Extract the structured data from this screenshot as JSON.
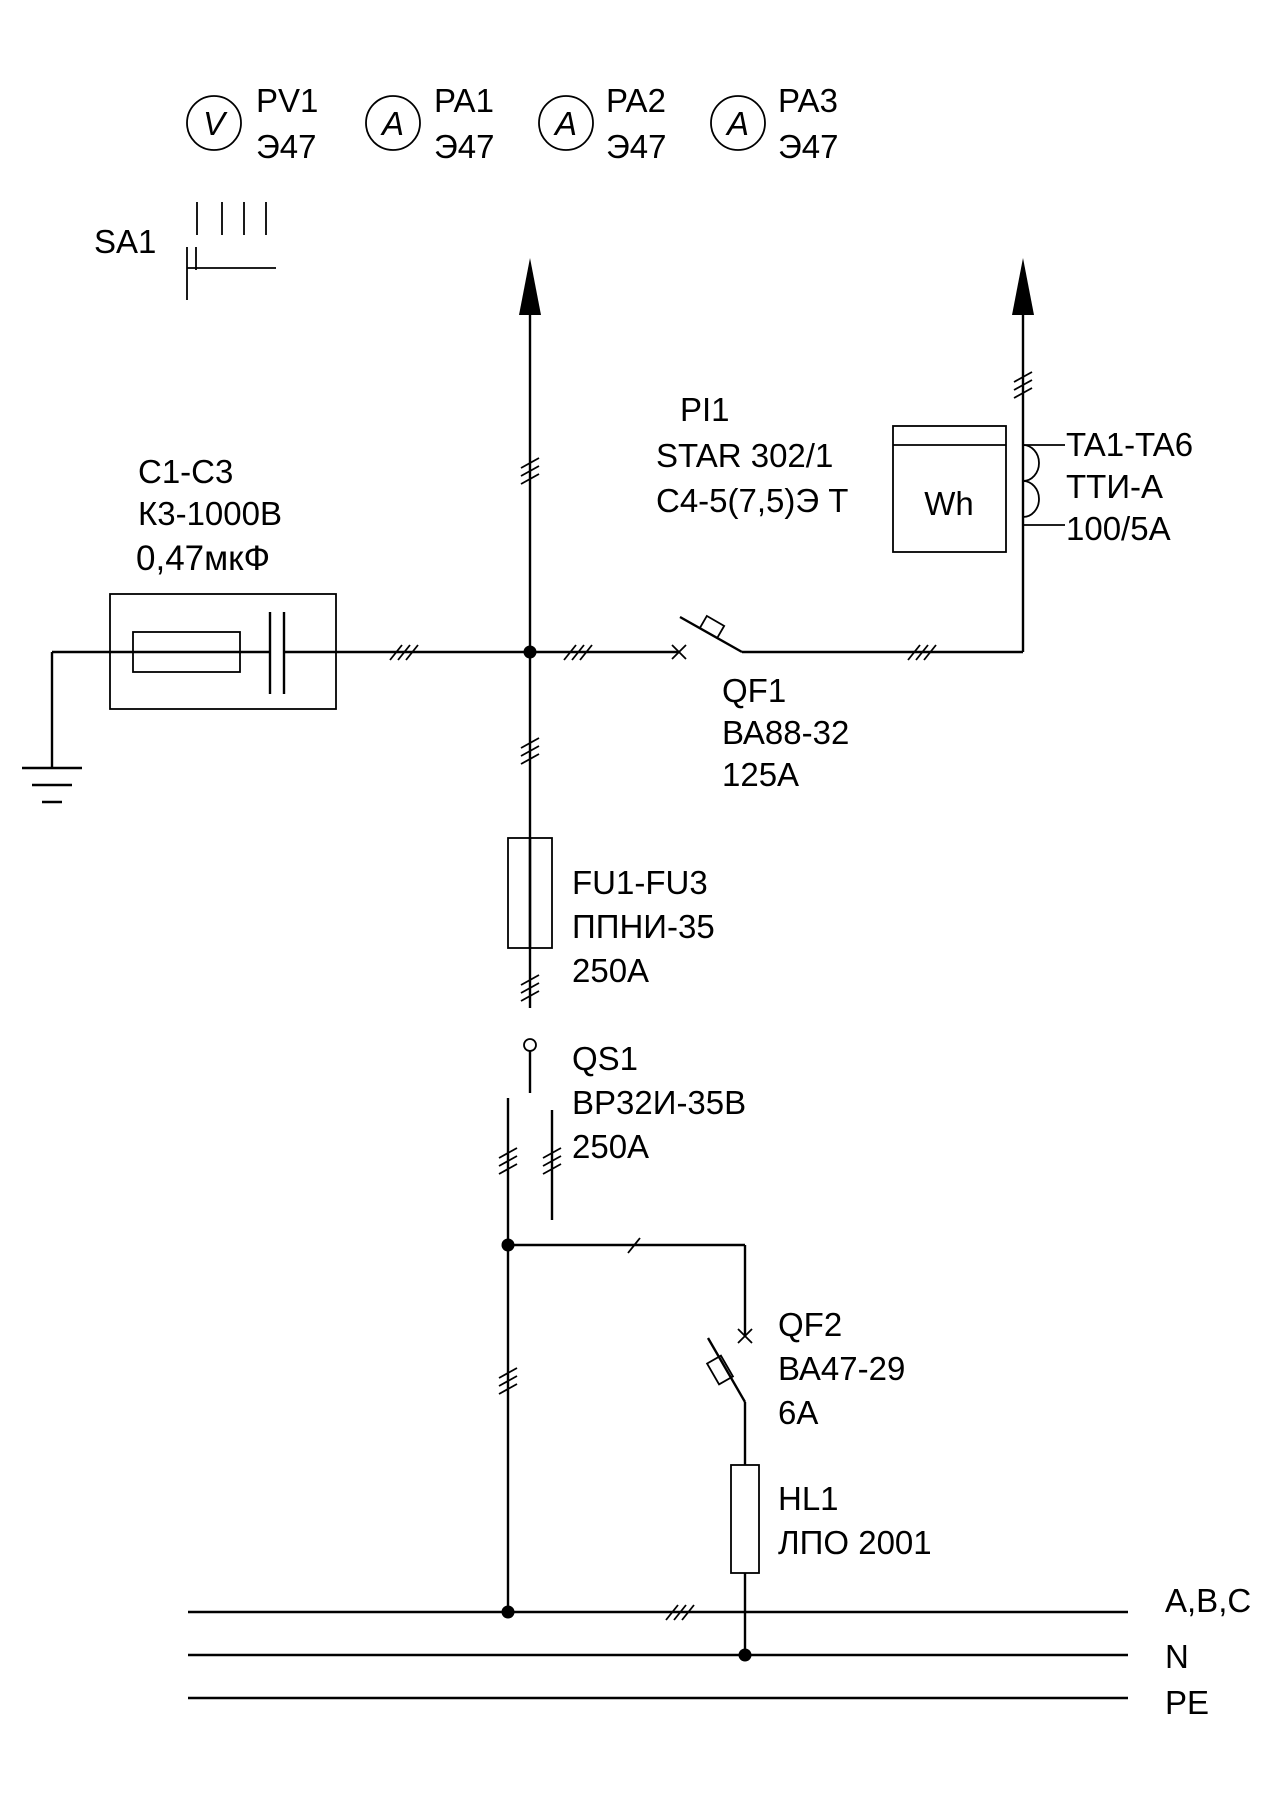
{
  "meters": [
    {
      "symbol": "V",
      "ref": "PV1",
      "type": "Э47"
    },
    {
      "symbol": "A",
      "ref": "PA1",
      "type": "Э47"
    },
    {
      "symbol": "A",
      "ref": "PA2",
      "type": "Э47"
    },
    {
      "symbol": "A",
      "ref": "PA3",
      "type": "Э47"
    }
  ],
  "sa1": {
    "ref": "SA1"
  },
  "capacitor": {
    "ref": "C1-C3",
    "type": "К3-1000В",
    "value": "0,47мкФ"
  },
  "energy_meter": {
    "ref": "PI1",
    "type": "STAR 302/1",
    "spec": "С4-5(7,5)Э Т",
    "symbol": "Wh"
  },
  "current_transformer": {
    "ref": "TA1-TA6",
    "type": "ТТИ-А",
    "ratio": "100/5А"
  },
  "qf1": {
    "ref": "QF1",
    "type": "ВА88-32",
    "rating": "125А"
  },
  "fuses": {
    "ref": "FU1-FU3",
    "type": "ППНИ-35",
    "rating": "250А"
  },
  "qs1": {
    "ref": "QS1",
    "type": "ВР32И-35В",
    "rating": "250А"
  },
  "qf2": {
    "ref": "QF2",
    "type": "ВА47-29",
    "rating": "6А"
  },
  "lamp": {
    "ref": "HL1",
    "type": "ЛПО 2001"
  },
  "buses": [
    {
      "label": "A,B,C"
    },
    {
      "label": "N"
    },
    {
      "label": "PE"
    }
  ]
}
